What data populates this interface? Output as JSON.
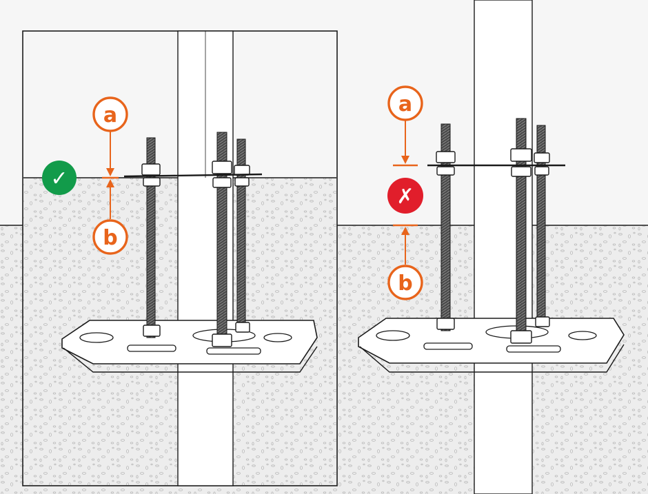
{
  "colors": {
    "accent": "#e8641b",
    "correct": "#129b4a",
    "incorrect": "#e11e2b",
    "line": "#1a1a1a",
    "bolt": "#3a3a3a",
    "sky": "#f6f6f6",
    "ground": "#ececec"
  },
  "panels": [
    {
      "label_a": "a",
      "label_b": "b",
      "status_symbol": "✓",
      "status": "correct"
    },
    {
      "label_a": "a",
      "label_b": "b",
      "status_symbol": "✗",
      "status": "incorrect"
    }
  ],
  "icons": {
    "correct": "check-icon",
    "incorrect": "cross-icon"
  }
}
